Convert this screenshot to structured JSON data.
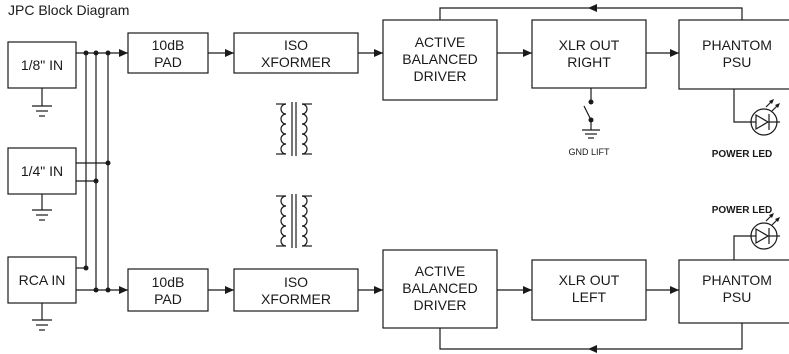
{
  "title": "JPC Block Diagram",
  "blocks": {
    "in_18": [
      "1/8\" IN"
    ],
    "in_14": [
      "1/4\" IN"
    ],
    "in_rca": [
      "RCA IN"
    ],
    "pad_top": [
      "10dB",
      "PAD"
    ],
    "pad_bot": [
      "10dB",
      "PAD"
    ],
    "iso_top": [
      "ISO",
      "XFORMER"
    ],
    "iso_bot": [
      "ISO",
      "XFORMER"
    ],
    "drv_top": [
      "ACTIVE",
      "BALANCED",
      "DRIVER"
    ],
    "drv_bot": [
      "ACTIVE",
      "BALANCED",
      "DRIVER"
    ],
    "xlr_right": [
      "XLR OUT",
      "RIGHT"
    ],
    "xlr_left": [
      "XLR OUT",
      "LEFT"
    ],
    "psu_top": [
      "PHANTOM",
      "PSU"
    ],
    "psu_bot": [
      "PHANTOM",
      "PSU"
    ]
  },
  "labels": {
    "gnd_lift": "GND LIFT",
    "power_led_top": "POWER LED",
    "power_led_bot": "POWER LED"
  }
}
